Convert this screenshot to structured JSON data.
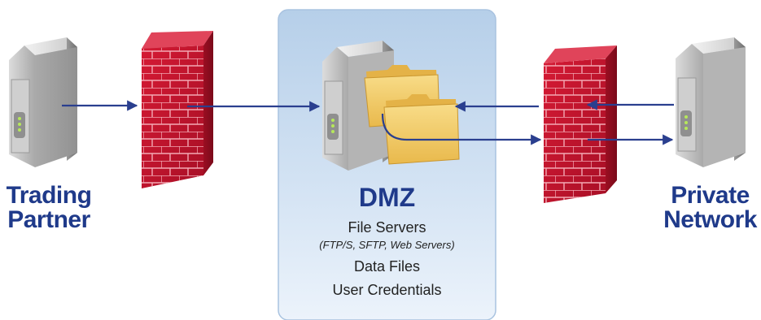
{
  "labels": {
    "left_line1": "Trading",
    "left_line2": "Partner",
    "center_title": "DMZ",
    "right_line1": "Private",
    "right_line2": "Network"
  },
  "dmz_details": {
    "file_servers": "File Servers",
    "file_servers_sub": "(FTP/S, SFTP, Web Servers)",
    "data_files": "Data Files",
    "user_credentials": "User Credentials"
  },
  "colors": {
    "label_blue": "#1f3a8a",
    "arrow_blue": "#2a3f8f",
    "firewall_red": "#c41230",
    "dmz_zone": "#c9dcf1",
    "folder": "#f3cd6a"
  },
  "icons": [
    "server-icon",
    "firewall-icon",
    "folder-icon",
    "arrow-icon"
  ]
}
